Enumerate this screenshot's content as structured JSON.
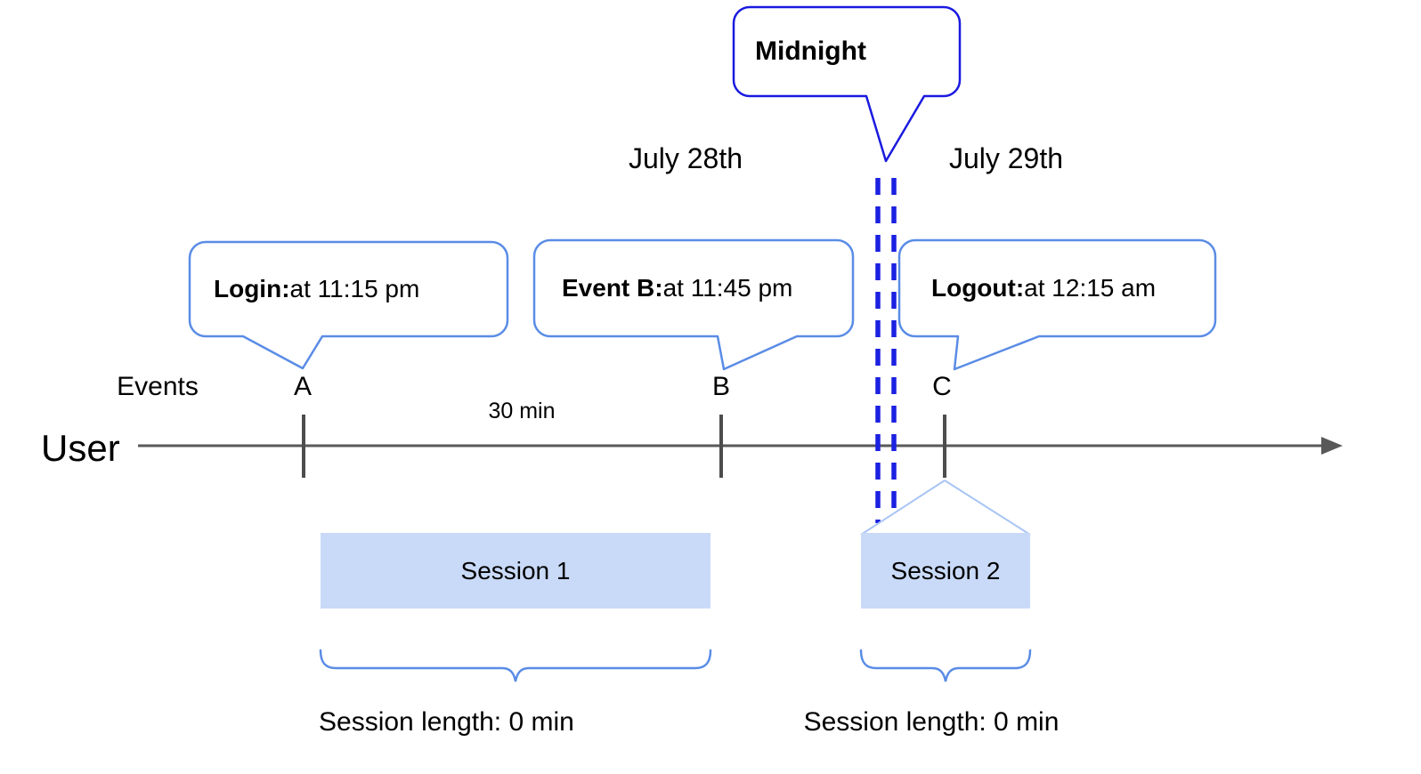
{
  "diagram": {
    "axis": {
      "user_label": "User",
      "events_label": "Events",
      "interval_label": "30 min"
    },
    "dates": {
      "left": "July 28th",
      "right": "July 29th"
    },
    "midnight_label": "Midnight",
    "events": [
      {
        "id": "A",
        "bold": "Login:",
        "rest": " at 11:15 pm"
      },
      {
        "id": "B",
        "bold": "Event B:",
        "rest": " at 11:45 pm"
      },
      {
        "id": "C",
        "bold": "Logout:",
        "rest": " at 12:15 am"
      }
    ],
    "sessions": [
      {
        "name": "Session 1",
        "length_label": "Session length: 0 min"
      },
      {
        "name": "Session 2",
        "length_label": "Session length: 0 min"
      }
    ],
    "colors": {
      "timeline-gray": "#595959",
      "tick-gray": "#4d4d4d",
      "bubble-blue": "#5a8ce6",
      "midnight-blue": "#1a1ae0",
      "dash-blue": "#1b20e0",
      "funnel-blue": "#a9c5f5",
      "session-fill": "#c9daf8",
      "text-black": "#000000"
    }
  }
}
